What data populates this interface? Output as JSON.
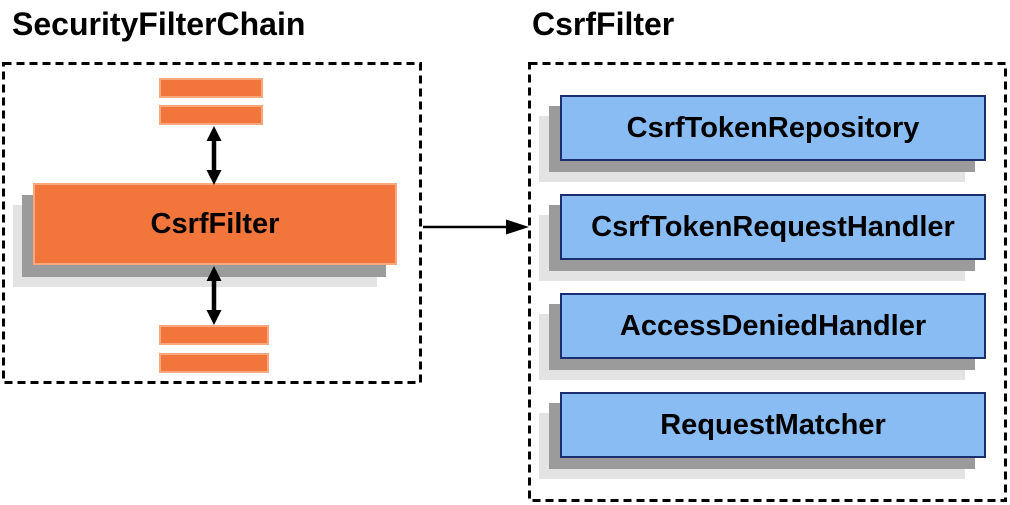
{
  "left_panel": {
    "title": "SecurityFilterChain",
    "filter_box_label": "CsrfFilter"
  },
  "right_panel": {
    "title": "CsrfFilter",
    "components": [
      "CsrfTokenRepository",
      "CsrfTokenRequestHandler",
      "AccessDeniedHandler",
      "RequestMatcher"
    ]
  },
  "colors": {
    "orange_fill": "#F2753C",
    "orange_border": "#F9A87D",
    "blue_fill": "#88BCF2",
    "blue_border": "#1B2F6E",
    "shadow_dark": "#9B9B9B",
    "shadow_light": "#E3E3E3",
    "outline": "#000000",
    "text": "#000000"
  }
}
